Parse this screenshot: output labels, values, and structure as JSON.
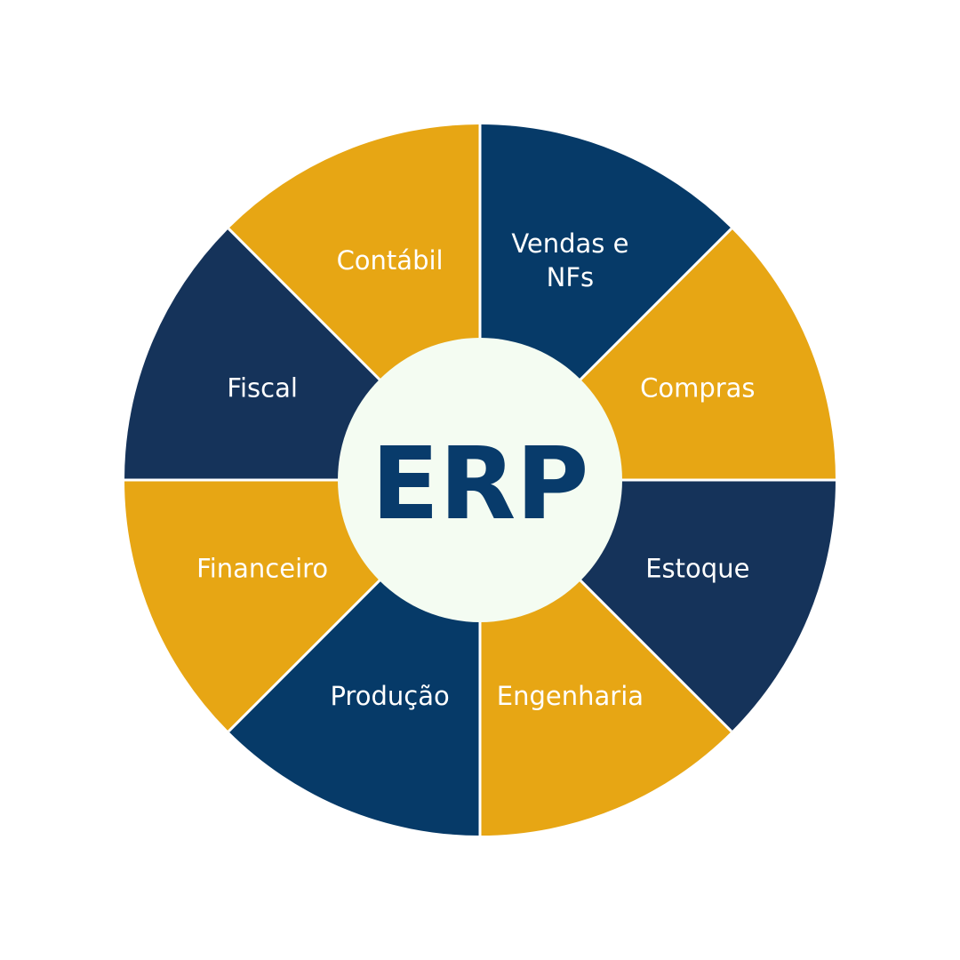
{
  "diagram": {
    "center_label": "ERP",
    "colors": {
      "gold": "#e7a614",
      "navy": "#063a68",
      "dark_navy": "#15335a",
      "center_fill": "#f4fcf2",
      "center_text": "#083b6b",
      "divider": "#ffffff",
      "label_text": "#ffffff"
    },
    "segments": [
      {
        "label_lines": [
          "Vendas e",
          "NFs"
        ],
        "color": "#063a68"
      },
      {
        "label_lines": [
          "Compras"
        ],
        "color": "#e7a614"
      },
      {
        "label_lines": [
          "Estoque"
        ],
        "color": "#15335a"
      },
      {
        "label_lines": [
          "Engenharia"
        ],
        "color": "#e7a614"
      },
      {
        "label_lines": [
          "Produção"
        ],
        "color": "#063a68"
      },
      {
        "label_lines": [
          "Financeiro"
        ],
        "color": "#e7a614"
      },
      {
        "label_lines": [
          "Fiscal"
        ],
        "color": "#15335a"
      },
      {
        "label_lines": [
          "Contábil"
        ],
        "color": "#e7a614"
      }
    ]
  }
}
